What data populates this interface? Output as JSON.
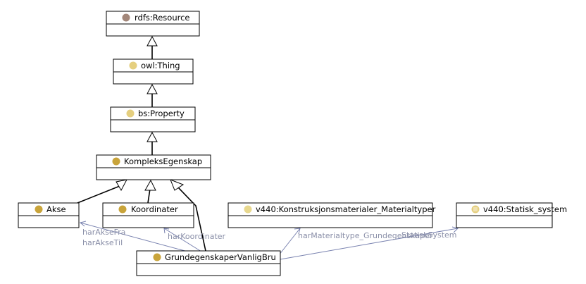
{
  "colors": {
    "dot_resource": "#a3877a",
    "dot_owl_thing": "#e5cf7f",
    "dot_property": "#e5cf7f",
    "dot_class": "#c9a43a",
    "dot_value_class": "#e8d88e",
    "dot_statisk": "#e5cf7f",
    "subclass_edge": "#000000",
    "property_edge": "#7a83b0",
    "label_text": "#8a8fa8"
  },
  "icons": {
    "class": "class-dot-icon",
    "datatype": "datatype-list-icon"
  },
  "classes": {
    "rdfs_resource": "rdfs:Resource",
    "owl_thing": "owl:Thing",
    "bs_property": "bs:Property",
    "kompleks_egenskap": "KompleksEgenskap",
    "akse": "Akse",
    "koordinater": "Koordinater",
    "materialtyper": "v440:Konstruksjonsmaterialer_Materialtyper",
    "statisk_system": "v440:Statisk_system",
    "grunde_egenskaper": "GrundegenskaperVanligBru"
  },
  "edge_labels": {
    "har_akse_fra": "harAkseFra",
    "har_akse_til": "harAkseTil",
    "har_koordinater": "harKoordinater",
    "har_materialtype": "harMaterialtype_Grundegenskaper",
    "statisk_system": "StatiskSystem"
  }
}
